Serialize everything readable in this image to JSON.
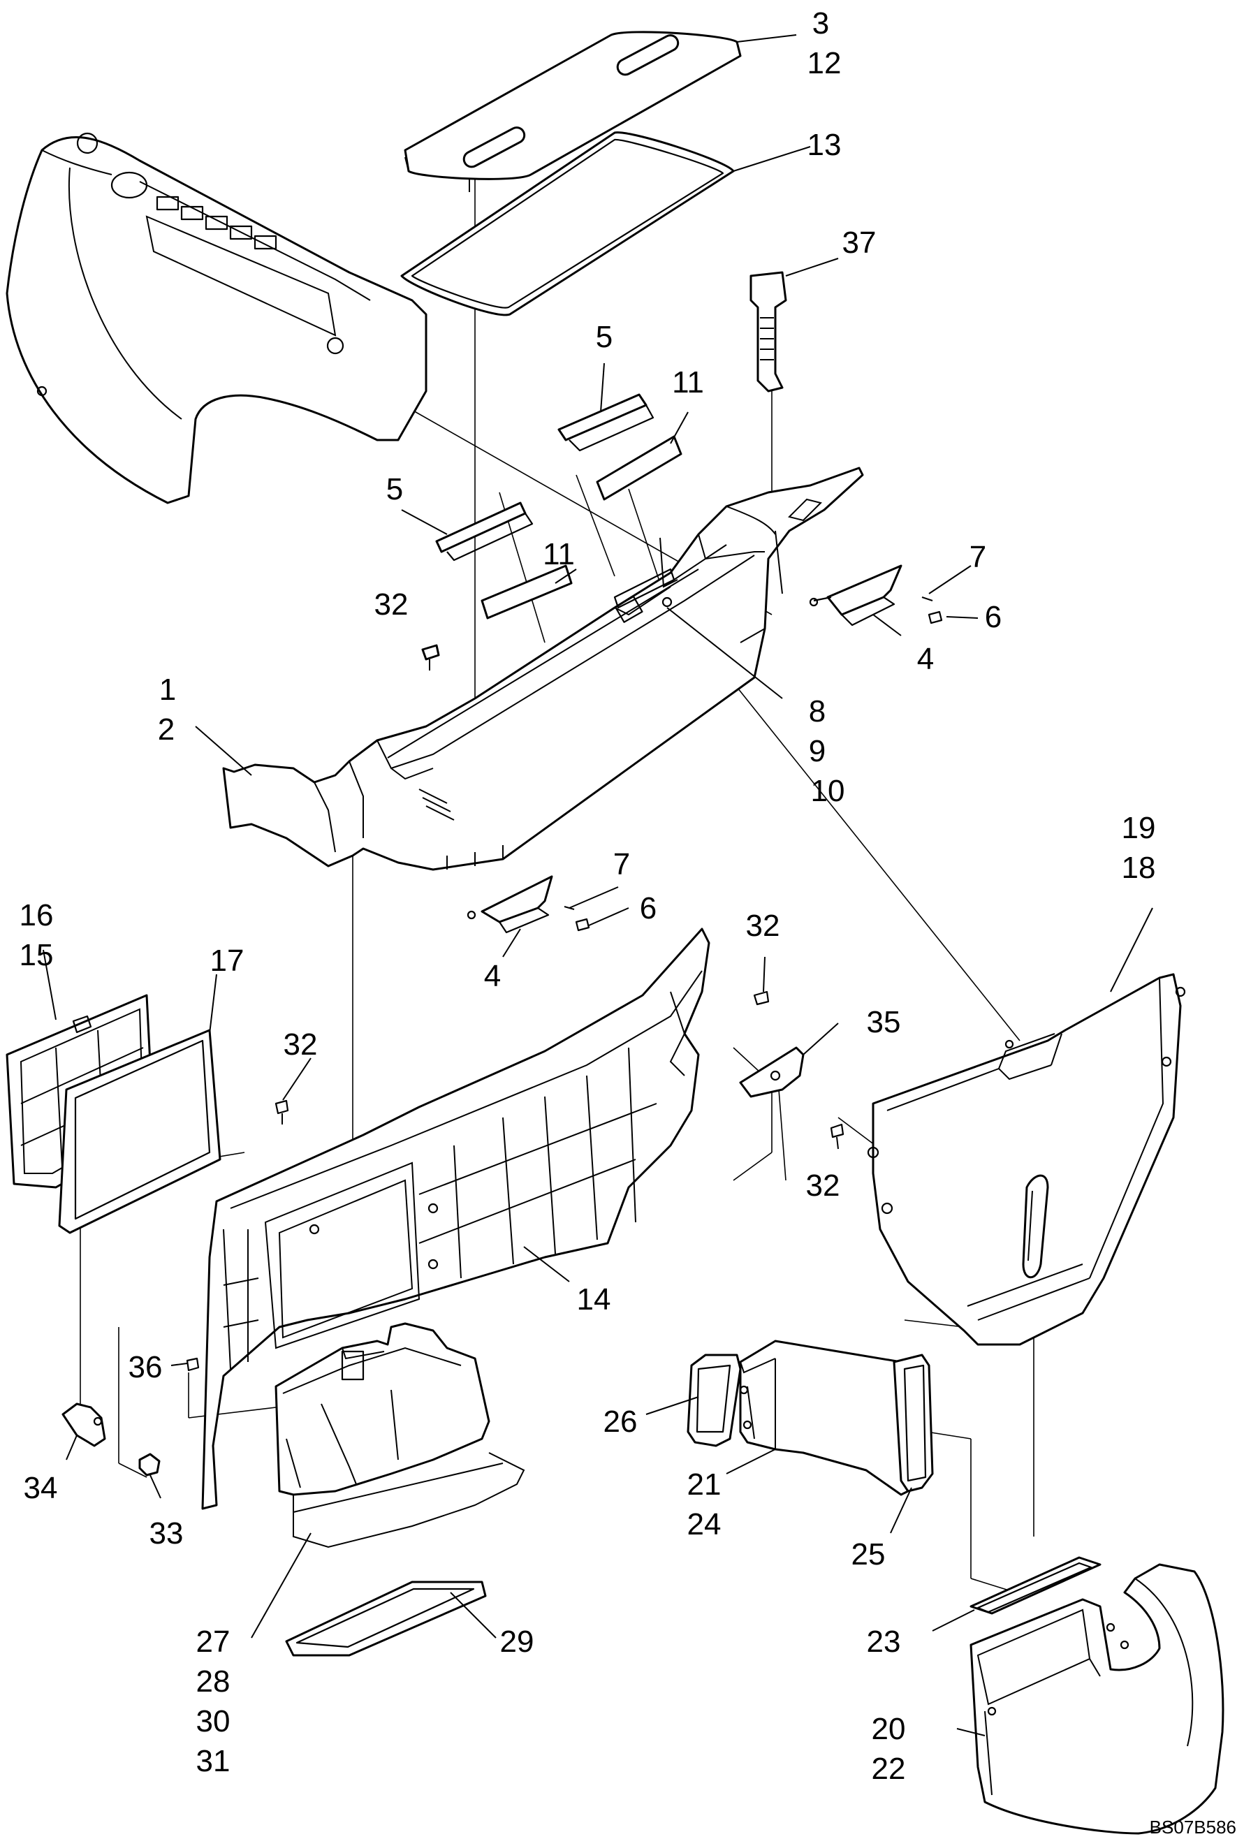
{
  "drawing_id": "BS07B586",
  "callouts": [
    {
      "id": "c3",
      "lines": [
        "3",
        "12"
      ]
    },
    {
      "id": "c13",
      "lines": [
        "13"
      ]
    },
    {
      "id": "c37",
      "lines": [
        "37"
      ]
    },
    {
      "id": "c5a",
      "lines": [
        "5"
      ]
    },
    {
      "id": "c11a",
      "lines": [
        "11"
      ]
    },
    {
      "id": "c5b",
      "lines": [
        "5"
      ]
    },
    {
      "id": "c11b",
      "lines": [
        "11"
      ]
    },
    {
      "id": "c32a",
      "lines": [
        "32"
      ]
    },
    {
      "id": "c7a",
      "lines": [
        "7"
      ]
    },
    {
      "id": "c6a",
      "lines": [
        "6"
      ]
    },
    {
      "id": "c4a",
      "lines": [
        "4"
      ]
    },
    {
      "id": "c8",
      "lines": [
        "8",
        "9",
        "10"
      ]
    },
    {
      "id": "c1",
      "lines": [
        "1",
        "2"
      ]
    },
    {
      "id": "c19",
      "lines": [
        "19",
        "18"
      ]
    },
    {
      "id": "c7b",
      "lines": [
        "7"
      ]
    },
    {
      "id": "c6b",
      "lines": [
        "6"
      ]
    },
    {
      "id": "c4b",
      "lines": [
        "4"
      ]
    },
    {
      "id": "c16",
      "lines": [
        "16",
        "15"
      ]
    },
    {
      "id": "c17",
      "lines": [
        "17"
      ]
    },
    {
      "id": "c32b",
      "lines": [
        "32"
      ]
    },
    {
      "id": "c32c",
      "lines": [
        "32"
      ]
    },
    {
      "id": "c35",
      "lines": [
        "35"
      ]
    },
    {
      "id": "c32d",
      "lines": [
        "32"
      ]
    },
    {
      "id": "c14",
      "lines": [
        "14"
      ]
    },
    {
      "id": "c36",
      "lines": [
        "36"
      ]
    },
    {
      "id": "c34",
      "lines": [
        "34"
      ]
    },
    {
      "id": "c33",
      "lines": [
        "33"
      ]
    },
    {
      "id": "c26",
      "lines": [
        "26"
      ]
    },
    {
      "id": "c21",
      "lines": [
        "21",
        "24"
      ]
    },
    {
      "id": "c25",
      "lines": [
        "25"
      ]
    },
    {
      "id": "c27",
      "lines": [
        "27",
        "28",
        "30",
        "31"
      ]
    },
    {
      "id": "c29",
      "lines": [
        "29"
      ]
    },
    {
      "id": "c23",
      "lines": [
        "23"
      ]
    },
    {
      "id": "c20",
      "lines": [
        "20",
        "22"
      ]
    }
  ]
}
